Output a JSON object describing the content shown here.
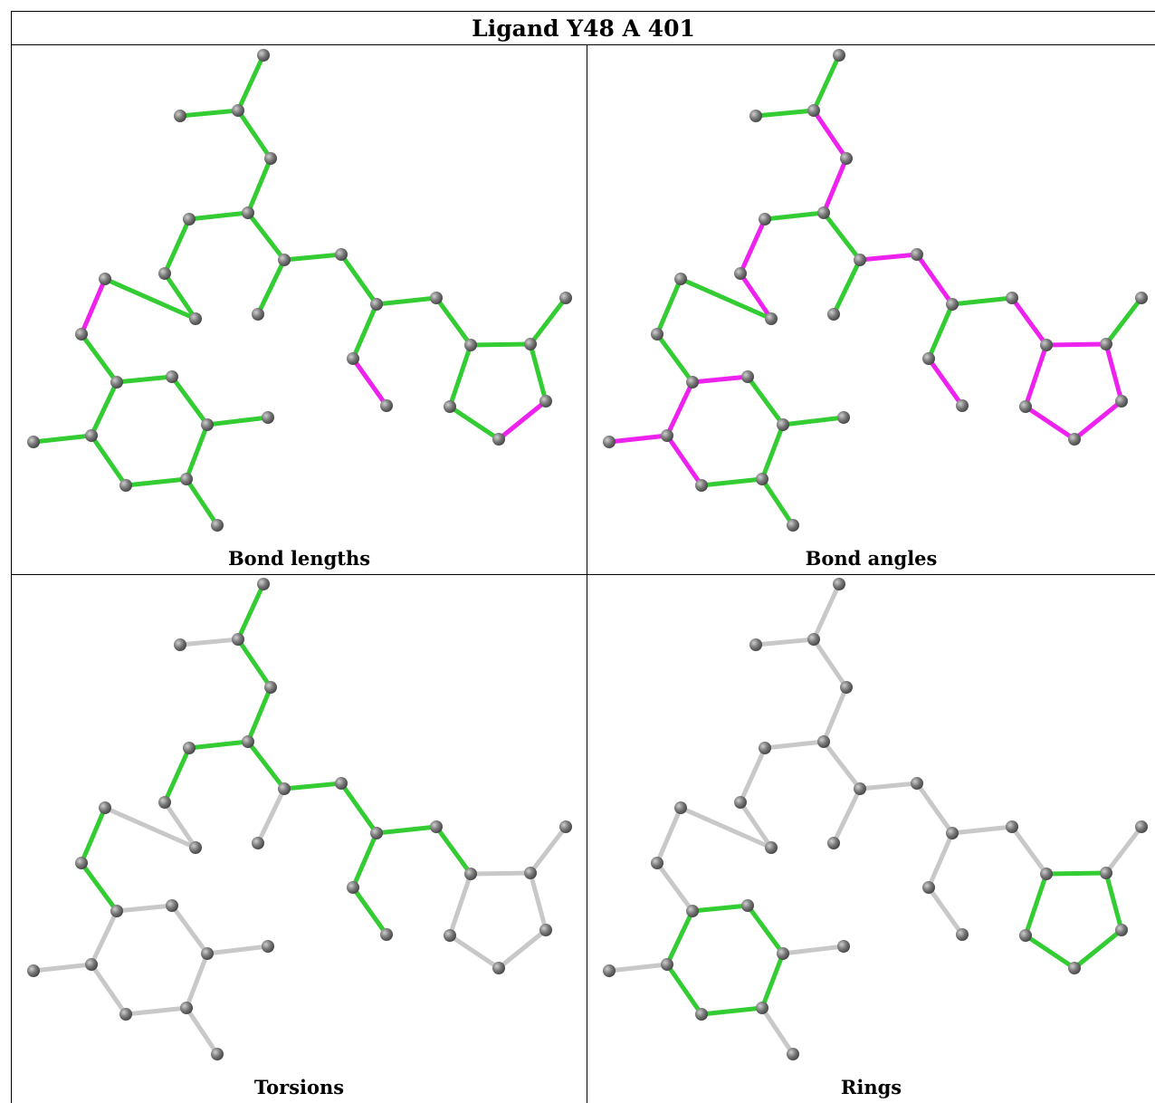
{
  "title": "Ligand Y48 A 401",
  "colors": {
    "ok": "#33cc33",
    "outlier": "#ee22ee",
    "neutral": "#c8c8c8",
    "atom": "#7a7a7a"
  },
  "panels": [
    {
      "caption": "Bond lengths"
    },
    {
      "caption": "Bond angles"
    },
    {
      "caption": "Torsions"
    },
    {
      "caption": "Rings"
    }
  ]
}
